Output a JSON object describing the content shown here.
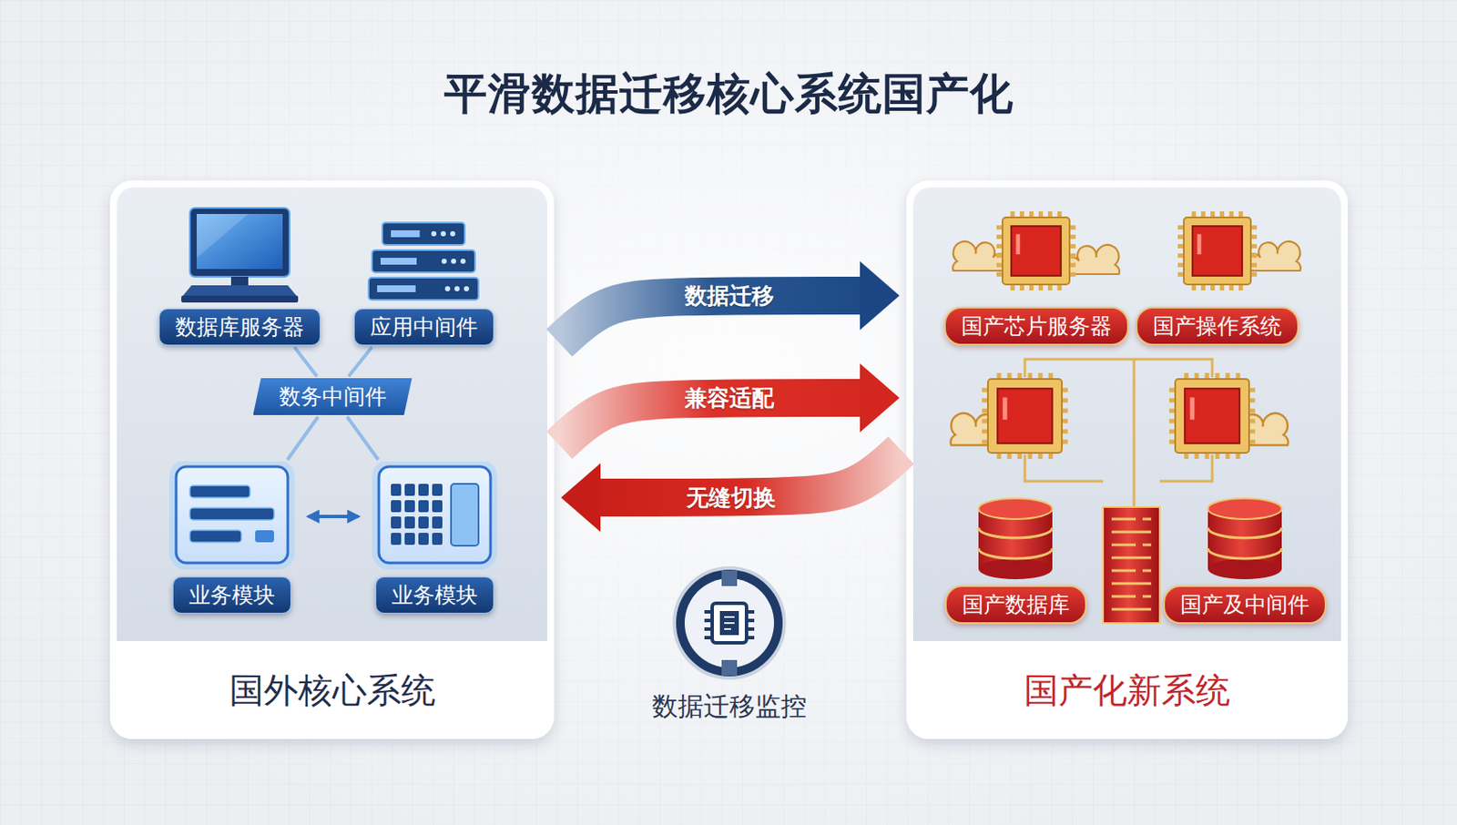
{
  "diagram": {
    "title": "平滑数据迁移核心系统国产化",
    "nodes": [
      {
        "text": [
          "国外核心系统"
        ]
      },
      {
        "text": [
          "数据库服务器"
        ],
        "in": 0
      },
      {
        "text": [
          "应用中间件"
        ],
        "in": 0
      },
      {
        "text": [
          "数务中间件"
        ],
        "in": 0
      },
      {
        "text": [
          "业务模块"
        ],
        "in": 0
      },
      {
        "text": [
          "业务模块"
        ],
        "in": 0
      },
      {
        "text": [
          "国产化新系统"
        ]
      },
      {
        "text": [
          "国产芯片服务器"
        ],
        "in": 6
      },
      {
        "text": [
          "国产操作系统"
        ],
        "in": 6
      },
      {
        "text": [
          "国产数据库"
        ],
        "in": 6
      },
      {
        "text": [
          "国产及中间件"
        ],
        "in": 6
      }
    ],
    "edges": [
      {
        "from": 0,
        "to": 6,
        "label": "数据迁移",
        "arrow": "to"
      },
      {
        "from": 0,
        "to": 6,
        "label": "兼容适配",
        "arrow": "to"
      },
      {
        "from": 6,
        "to": 0,
        "label": "无缝切换",
        "arrow": "to"
      },
      {
        "from": 4,
        "to": 5,
        "arrow": "both"
      },
      {
        "from": 3,
        "to": 1,
        "arrow": "none"
      },
      {
        "from": 3,
        "to": 2,
        "arrow": "none"
      },
      {
        "from": 3,
        "to": 4,
        "arrow": "none"
      },
      {
        "from": 3,
        "to": 5,
        "arrow": "none"
      }
    ],
    "labels": [
      "数据迁移监控"
    ]
  }
}
